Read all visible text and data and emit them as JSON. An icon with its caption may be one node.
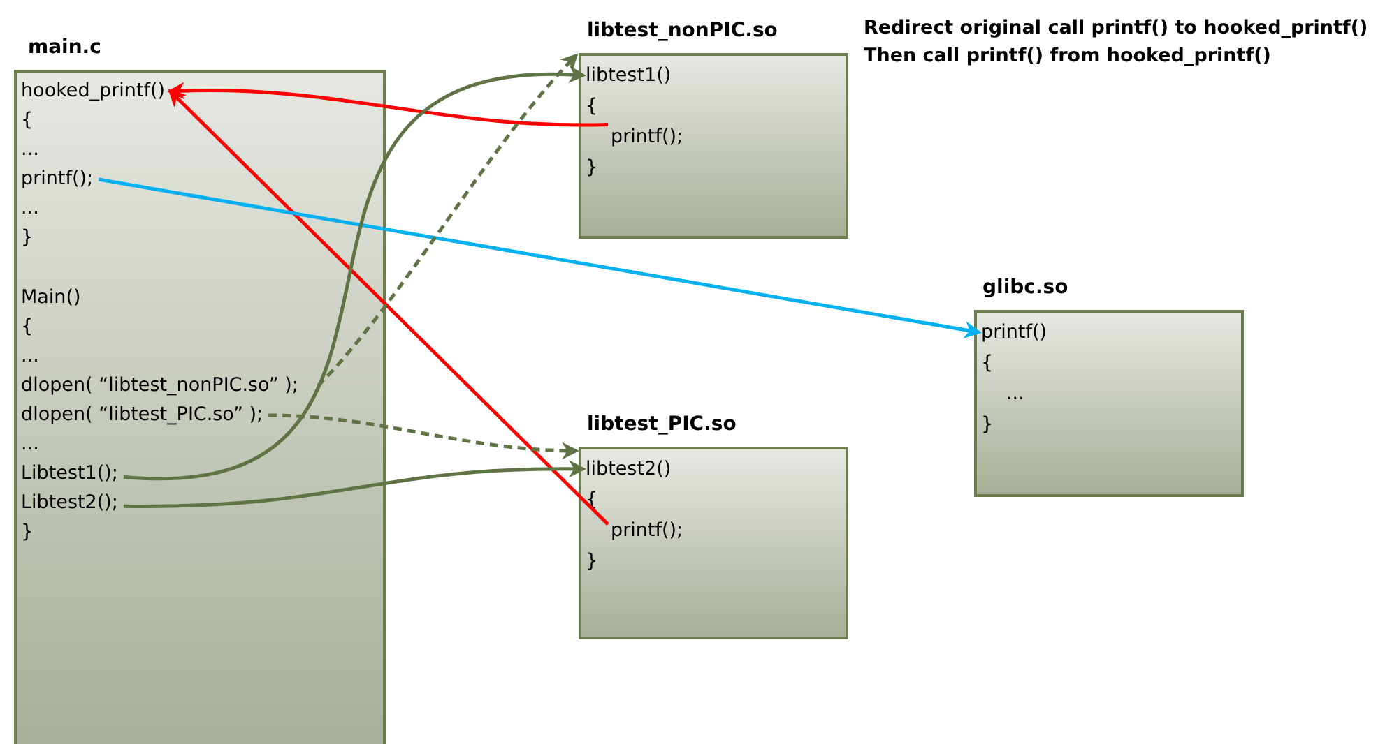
{
  "diagram": {
    "nodes": [
      {
        "text": [
          "main.c",
          "{",
          "...",
          "...",
          "}",
          "Main()",
          "{",
          "...",
          "...",
          "}"
        ]
      },
      {
        "text": [
          "hooked_printf()"
        ],
        "in": 0
      },
      {
        "text": [
          "printf();"
        ],
        "in": 0
      },
      {
        "text": [
          "dlopen( “libtest_nonPIC.so” );"
        ],
        "in": 0
      },
      {
        "text": [
          "dlopen( “libtest_PIC.so” );"
        ],
        "in": 0
      },
      {
        "text": [
          "Libtest1();"
        ],
        "in": 0
      },
      {
        "text": [
          "Libtest2();"
        ],
        "in": 0
      },
      {
        "text": [
          "libtest_nonPIC.so",
          "{",
          "}"
        ]
      },
      {
        "text": [
          "libtest1()"
        ],
        "in": 7
      },
      {
        "text": [
          "printf();"
        ],
        "in": 7
      },
      {
        "text": [
          "libtest_PIC.so",
          "{",
          "}"
        ]
      },
      {
        "text": [
          "libtest2()"
        ],
        "in": 10
      },
      {
        "text": [
          "printf();"
        ],
        "in": 10
      },
      {
        "text": [
          "glibc.so",
          "{",
          "...",
          "}"
        ]
      },
      {
        "text": [
          "printf()"
        ],
        "in": 13
      }
    ],
    "edges": [
      {
        "from": 9,
        "to": 1,
        "arrow": "to",
        "color": "#ff0000"
      },
      {
        "from": 12,
        "to": 1,
        "arrow": "to",
        "color": "#ff0000"
      },
      {
        "from": 2,
        "to": 14,
        "arrow": "to",
        "color": "#00b0f0"
      },
      {
        "from": 3,
        "to": 7,
        "arrow": "to",
        "style": "dashed"
      },
      {
        "from": 4,
        "to": 10,
        "arrow": "to",
        "style": "dashed"
      },
      {
        "from": 5,
        "to": 8,
        "arrow": "to"
      },
      {
        "from": 6,
        "to": 11,
        "arrow": "to"
      }
    ],
    "labels": [
      "Redirect original call printf() to hooked_printf()",
      "Then call printf() from hooked_printf()"
    ]
  }
}
